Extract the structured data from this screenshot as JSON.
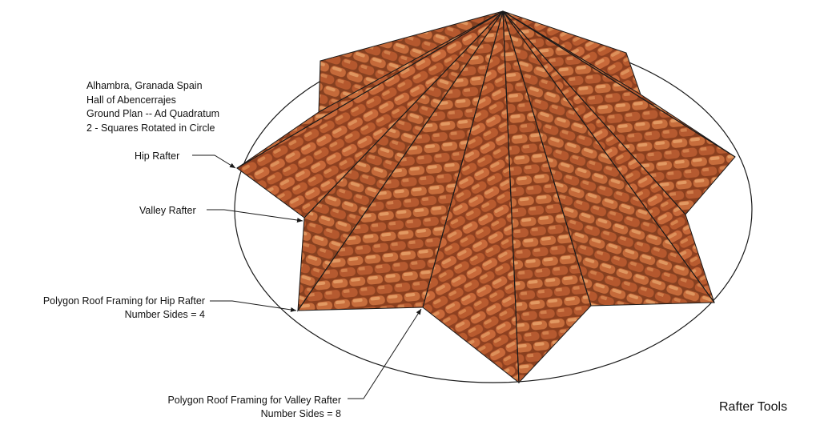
{
  "title_block": {
    "line1": "Alhambra, Granada Spain",
    "line2": "Hall of  Abencerrajes",
    "line3": "Ground Plan -- Ad Quadratum",
    "line4": "2 - Squares Rotated in Circle"
  },
  "callouts": {
    "hip_rafter": "Hip Rafter",
    "valley_rafter": "Valley Rafter",
    "polygon_hip_line1": "Polygon Roof Framing for Hip Rafter",
    "polygon_hip_line2": "Number Sides = 4",
    "polygon_valley_line1": "Polygon Roof Framing for Valley Rafter",
    "polygon_valley_line2": "Number Sides = 8"
  },
  "brand": "Rafter Tools",
  "colors": {
    "tile_base": "#9c4a22",
    "tile_light": "#d9824a",
    "tile_dark": "#5a2410",
    "line": "#1a1a1a"
  }
}
